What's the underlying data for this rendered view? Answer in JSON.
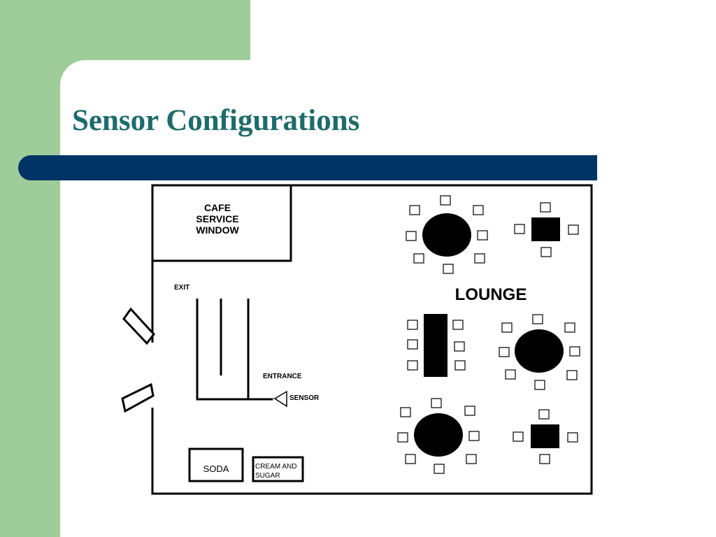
{
  "slide": {
    "title": "Sensor Configurations",
    "colors": {
      "accent_green": "#9fcd99",
      "title_teal": "#1e6b6b",
      "bar_navy": "#003366"
    }
  },
  "floorplan": {
    "cafe_line1": "CAFE",
    "cafe_line2": "SERVICE",
    "cafe_line3": "WINDOW",
    "exit": "EXIT",
    "entrance": "ENTRANCE",
    "sensor": "SENSOR",
    "lounge": "LOUNGE",
    "soda": "SODA",
    "cream_line1": "CREAM AND",
    "cream_line2": "SUGAR"
  }
}
